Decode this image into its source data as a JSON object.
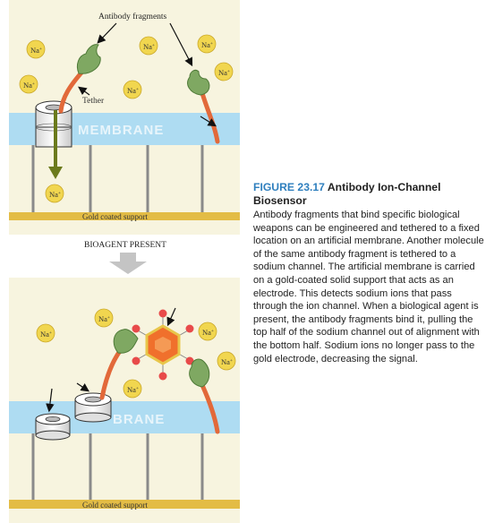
{
  "diagram": {
    "labels": {
      "antibody_fragments": "Antibody fragments",
      "tether": "Tether",
      "membrane_top": "MEMBRANE",
      "membrane_bottom": "BRANE",
      "support_top": "Gold coated support",
      "support_bottom": "Gold coated support",
      "bioagent_present": "BIOAGENT PRESENT"
    },
    "ion": {
      "base": "Na",
      "charge": "+"
    },
    "colors": {
      "panel_bg": "#f7f4df",
      "membrane": "#aedcf2",
      "membrane_text": "#e8f5fb",
      "gold": "#e3bc45",
      "tether": "#e2693a",
      "antibody": "#7fa862",
      "ion_fill": "#f1d64f",
      "channel": "#ffffff",
      "down_arrow": "#6b7a1c",
      "agent_fill": "#f0702c",
      "agent_node": "#e84a4a",
      "transition_arrow": "#c4c4c4"
    }
  },
  "caption": {
    "figure_number": "FIGURE 23.17",
    "title": "Antibody Ion-Channel Biosensor",
    "body": "Antibody fragments that bind specific biological weapons can be engineered and tethered to a fixed location on an artificial membrane. Another molecule of the same antibody fragment is tethered to a sodium channel. The artificial membrane is carried on a gold-coated solid support that acts as an electrode. This detects sodium ions that pass through the ion channel. When a biological agent is present, the antibody fragments bind it, pulling the top half of the sodium channel out of alignment with the bottom half. Sodium ions no longer pass to the gold electrode, decreasing the signal."
  }
}
